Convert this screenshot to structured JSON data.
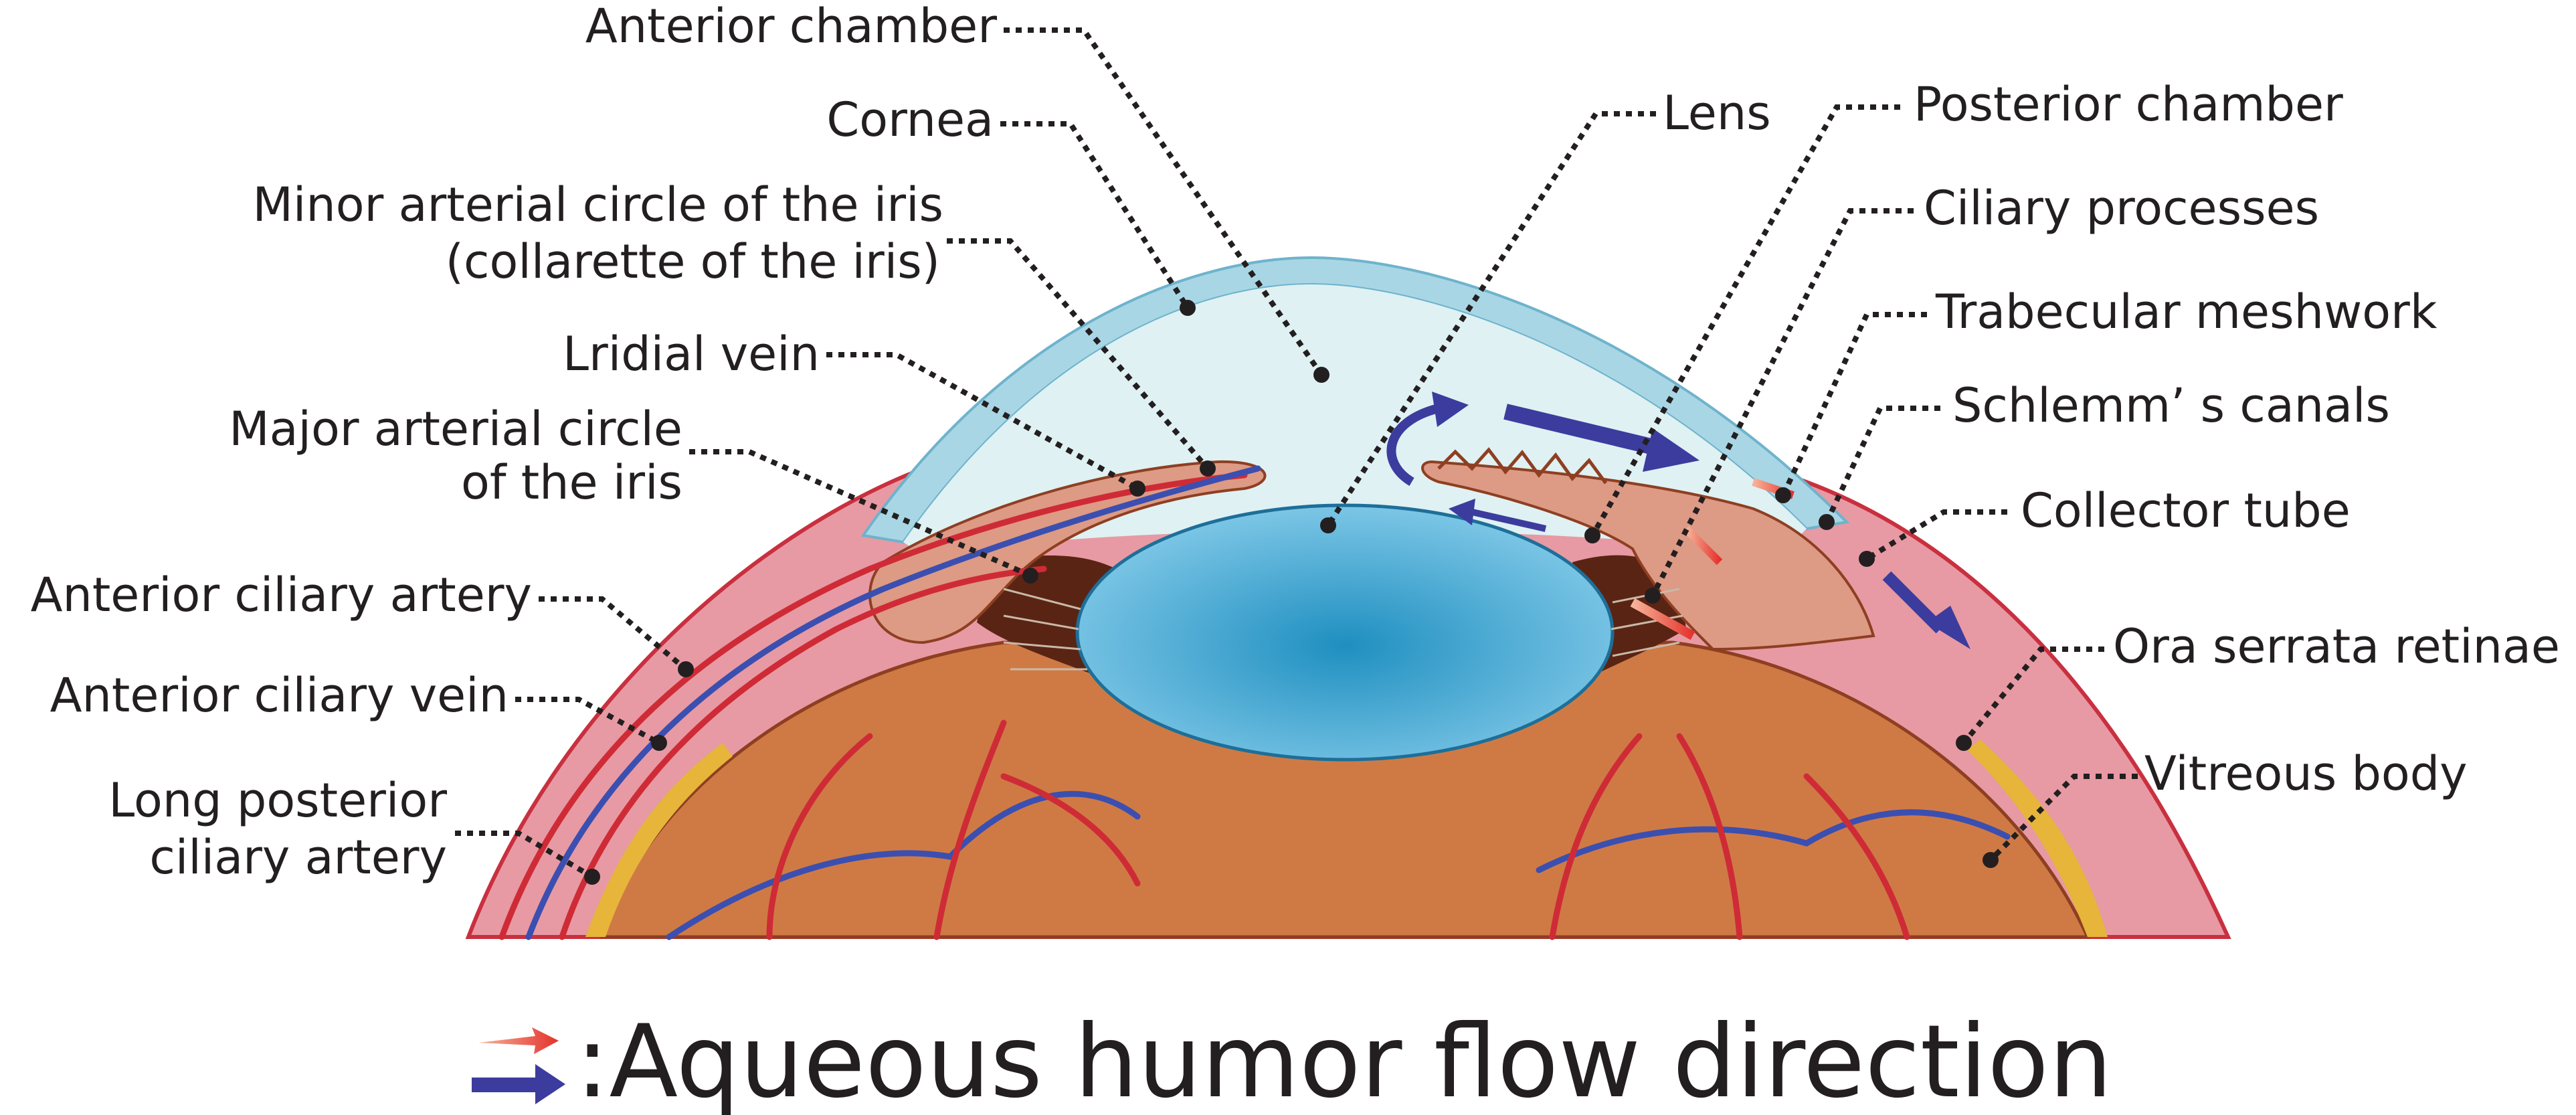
{
  "labels": {
    "anterior_chamber": "Anterior chamber",
    "cornea": "Cornea",
    "minor_circle_line1": "Minor arterial circle of the iris",
    "minor_circle_line2": "(collarette of the iris)",
    "iridial_vein": "Lridial vein",
    "major_circle_line1": "Major arterial circle",
    "major_circle_line2": "of the iris",
    "anterior_ciliary_artery": "Anterior ciliary artery",
    "anterior_ciliary_vein": "Anterior ciliary vein",
    "long_posterior_line1": "Long posterior",
    "long_posterior_line2": "ciliary artery",
    "lens": "Lens",
    "posterior_chamber": "Posterior chamber",
    "ciliary_processes": "Ciliary processes",
    "trabecular_meshwork": "Trabecular meshwork",
    "schlemms_canals": "Schlemm’ s canals",
    "collector_tube": "Collector tube",
    "ora_serrata": "Ora serrata retinae",
    "vitreous_body": "Vitreous body"
  },
  "legend": {
    "text": ":Aqueous humor flow direction"
  },
  "colors": {
    "cornea": "#a9d6e5",
    "anterior_chamber": "#dff1f3",
    "lens": "#3aa0cf",
    "vitreous": "#cf7a45",
    "sclera": "#e79aa3",
    "iris": "#dd9a85",
    "flow_arrow_blue": "#3c3c9e",
    "flow_arrow_red": "#e8402c"
  }
}
